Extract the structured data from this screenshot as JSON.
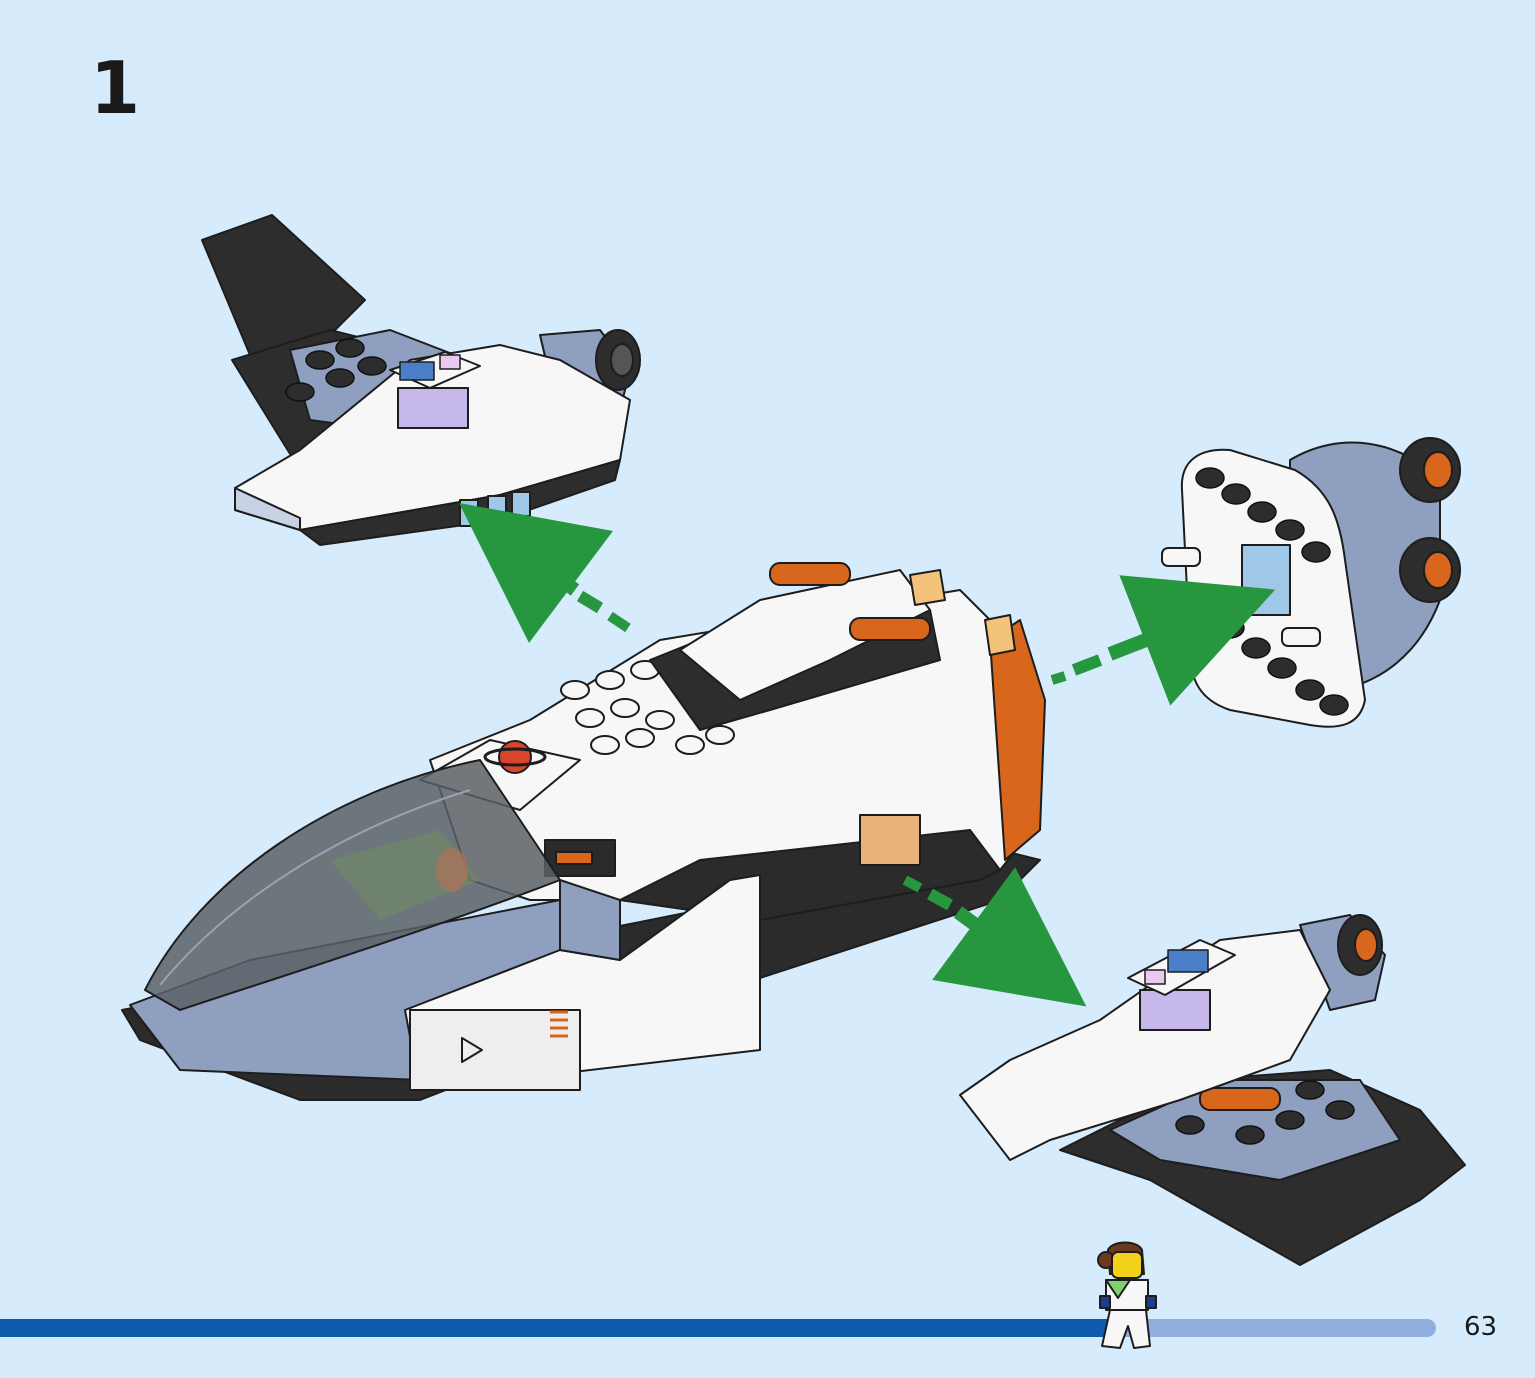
{
  "page": {
    "step_number": "1",
    "page_number": "63"
  },
  "progress": {
    "fraction": 0.775,
    "track_color": "#90ade0",
    "fill_color": "#0f5caf"
  },
  "colors": {
    "background": "#d6ebfb",
    "arrow_green": "#27973f",
    "brick_white": "#f7f7f7",
    "brick_black": "#2b2b2b",
    "brick_sand_blue": "#8e9fc0",
    "brick_orange": "#d9661d",
    "brick_lavender": "#c7b8ec"
  },
  "icons": {
    "planet_logo": "planet-logo-icon",
    "build_character": "astronaut-minifigure-icon"
  }
}
